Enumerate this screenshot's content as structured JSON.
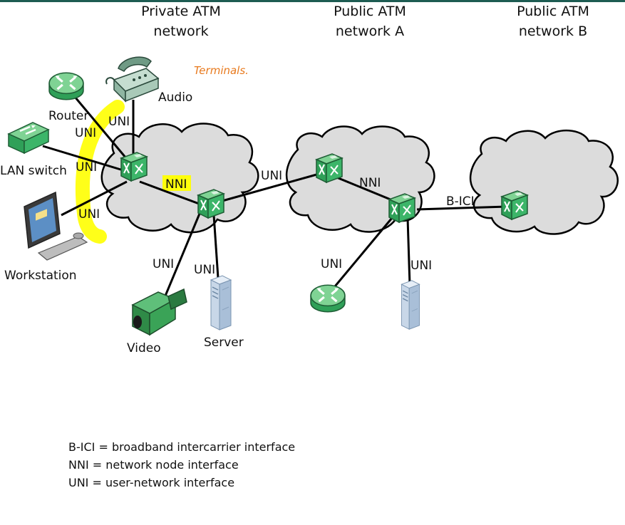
{
  "networks": {
    "private": [
      "Private ATM",
      "network"
    ],
    "public_a": [
      "Public ATM",
      "network A"
    ],
    "public_b": [
      "Public ATM",
      "network B"
    ]
  },
  "devices": {
    "router": "Router",
    "audio": "Audio",
    "lan_switch": "LAN switch",
    "workstation": "Workstation",
    "video": "Video",
    "server": "Server"
  },
  "interfaces": {
    "uni": "UNI",
    "nni": "NNI",
    "bici": "B-ICI"
  },
  "annotation": "Terminals.",
  "legend": [
    "B-ICI = broadband intercarrier interface",
    "NNI = network node interface",
    "UNI = user-network interface"
  ],
  "colors": {
    "top_bar": "#1d5c52",
    "device_green": "#2fa058",
    "highlight_yellow": "#ffff00",
    "annotation_orange": "#e87a1e"
  }
}
